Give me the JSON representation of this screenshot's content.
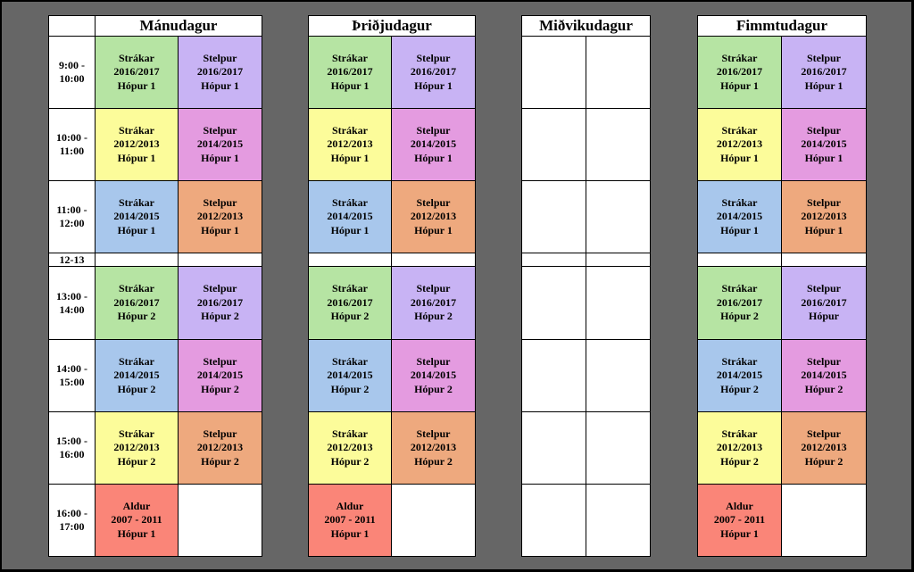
{
  "colors": {
    "green": "#b6e4a3",
    "purple": "#c8b3f4",
    "yellow": "#fcfc9a",
    "pink": "#e49be0",
    "blue": "#a8c7ec",
    "orange": "#eea97e",
    "red": "#fa8578",
    "background": "#666666"
  },
  "times": [
    "9:00 -\n10:00",
    "10:00 -\n11:00",
    "11:00 -\n12:00",
    "12-13",
    "13:00 -\n14:00",
    "14:00 -\n15:00",
    "15:00 -\n16:00",
    "16:00 -\n17:00"
  ],
  "days": [
    {
      "name": "Mánudagur",
      "slots": [
        [
          {
            "text": "Strákar\n2016/2017\nHópur 1",
            "color": "green"
          },
          {
            "text": "Stelpur\n2016/2017\nHópur 1",
            "color": "purple"
          }
        ],
        [
          {
            "text": "Strákar\n2012/2013\nHópur 1",
            "color": "yellow"
          },
          {
            "text": "Stelpur\n2014/2015\nHópur 1",
            "color": "pink"
          }
        ],
        [
          {
            "text": "Strákar\n2014/2015\nHópur 1",
            "color": "blue"
          },
          {
            "text": "Stelpur\n2012/2013\nHópur 1",
            "color": "orange"
          }
        ],
        [
          {
            "text": "",
            "color": "empty"
          },
          {
            "text": "",
            "color": "empty"
          }
        ],
        [
          {
            "text": "Strákar\n2016/2017\nHópur 2",
            "color": "green"
          },
          {
            "text": "Stelpur\n2016/2017\nHópur 2",
            "color": "purple"
          }
        ],
        [
          {
            "text": "Strákar\n2014/2015\nHópur 2",
            "color": "blue"
          },
          {
            "text": "Stelpur\n2014/2015\nHópur 2",
            "color": "pink"
          }
        ],
        [
          {
            "text": "Strákar\n2012/2013\nHópur 2",
            "color": "yellow"
          },
          {
            "text": "Stelpur\n2012/2013\nHópur 2",
            "color": "orange"
          }
        ],
        [
          {
            "text": "Aldur\n2007 - 2011\nHópur 1",
            "color": "red"
          },
          {
            "text": "",
            "color": "empty"
          }
        ]
      ]
    },
    {
      "name": "Þriðjudagur",
      "slots": [
        [
          {
            "text": "Strákar\n2016/2017\nHópur 1",
            "color": "green"
          },
          {
            "text": "Stelpur\n2016/2017\nHópur 1",
            "color": "purple"
          }
        ],
        [
          {
            "text": "Strákar\n2012/2013\nHópur 1",
            "color": "yellow"
          },
          {
            "text": "Stelpur\n2014/2015\nHópur 1",
            "color": "pink"
          }
        ],
        [
          {
            "text": "Strákar\n2014/2015\nHópur 1",
            "color": "blue"
          },
          {
            "text": "Stelpur\n2012/2013\nHópur 1",
            "color": "orange"
          }
        ],
        [
          {
            "text": "",
            "color": "empty"
          },
          {
            "text": "",
            "color": "empty"
          }
        ],
        [
          {
            "text": "Strákar\n2016/2017\nHópur 2",
            "color": "green"
          },
          {
            "text": "Stelpur\n2016/2017\nHópur 2",
            "color": "purple"
          }
        ],
        [
          {
            "text": "Strákar\n2014/2015\nHópur 2",
            "color": "blue"
          },
          {
            "text": "Stelpur\n2014/2015\nHópur 2",
            "color": "pink"
          }
        ],
        [
          {
            "text": "Strákar\n2012/2013\nHópur 2",
            "color": "yellow"
          },
          {
            "text": "Stelpur\n2012/2013\nHópur 2",
            "color": "orange"
          }
        ],
        [
          {
            "text": "Aldur\n2007 - 2011\nHópur 1",
            "color": "red"
          },
          {
            "text": "",
            "color": "empty"
          }
        ]
      ]
    },
    {
      "name": "Miðvikudagur",
      "slots": [
        [
          {
            "text": "",
            "color": "empty"
          },
          {
            "text": "",
            "color": "empty"
          }
        ],
        [
          {
            "text": "",
            "color": "empty"
          },
          {
            "text": "",
            "color": "empty"
          }
        ],
        [
          {
            "text": "",
            "color": "empty"
          },
          {
            "text": "",
            "color": "empty"
          }
        ],
        [
          {
            "text": "",
            "color": "empty"
          },
          {
            "text": "",
            "color": "empty"
          }
        ],
        [
          {
            "text": "",
            "color": "empty"
          },
          {
            "text": "",
            "color": "empty"
          }
        ],
        [
          {
            "text": "",
            "color": "empty"
          },
          {
            "text": "",
            "color": "empty"
          }
        ],
        [
          {
            "text": "",
            "color": "empty"
          },
          {
            "text": "",
            "color": "empty"
          }
        ],
        [
          {
            "text": "",
            "color": "empty"
          },
          {
            "text": "",
            "color": "empty"
          }
        ]
      ]
    },
    {
      "name": "Fimmtudagur",
      "slots": [
        [
          {
            "text": "Strákar\n2016/2017\nHópur 1",
            "color": "green"
          },
          {
            "text": "Stelpur\n2016/2017\nHópur 1",
            "color": "purple"
          }
        ],
        [
          {
            "text": "Strákar\n2012/2013\nHópur 1",
            "color": "yellow"
          },
          {
            "text": "Stelpur\n2014/2015\nHópur 1",
            "color": "pink"
          }
        ],
        [
          {
            "text": "Strákar\n2014/2015\nHópur 1",
            "color": "blue"
          },
          {
            "text": "Stelpur\n2012/2013\nHópur 1",
            "color": "orange"
          }
        ],
        [
          {
            "text": "",
            "color": "empty"
          },
          {
            "text": "",
            "color": "empty"
          }
        ],
        [
          {
            "text": "Strákar\n2016/2017\nHópur 2",
            "color": "green"
          },
          {
            "text": "Stelpur\n2016/2017\nHópur",
            "color": "purple"
          }
        ],
        [
          {
            "text": "Strákar\n2014/2015\nHópur 2",
            "color": "blue"
          },
          {
            "text": "Stelpur\n2014/2015\nHópur 2",
            "color": "pink"
          }
        ],
        [
          {
            "text": "Strákar\n2012/2013\nHópur 2",
            "color": "yellow"
          },
          {
            "text": "Stelpur\n2012/2013\nHópur 2",
            "color": "orange"
          }
        ],
        [
          {
            "text": "Aldur\n2007 - 2011\nHópur 1",
            "color": "red"
          },
          {
            "text": "",
            "color": "empty"
          }
        ]
      ]
    }
  ]
}
